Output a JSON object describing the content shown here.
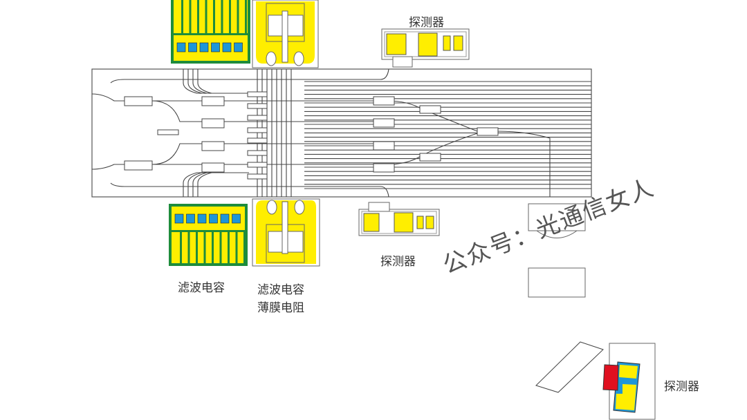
{
  "labels": {
    "detector_top": "探测器",
    "detector_mid": "探测器",
    "detector_bottom": "探测器",
    "filter_capacitor_left": "滤波电容",
    "filter_capacitor_right": "滤波电容",
    "thin_film_resistor": "薄膜电阻"
  },
  "watermark": "公众号：光通信女人",
  "colors": {
    "yellow": "#ffee00",
    "green": "#1e8c3c",
    "blue": "#1e96d8",
    "red": "#e01020",
    "line": "#444444"
  }
}
